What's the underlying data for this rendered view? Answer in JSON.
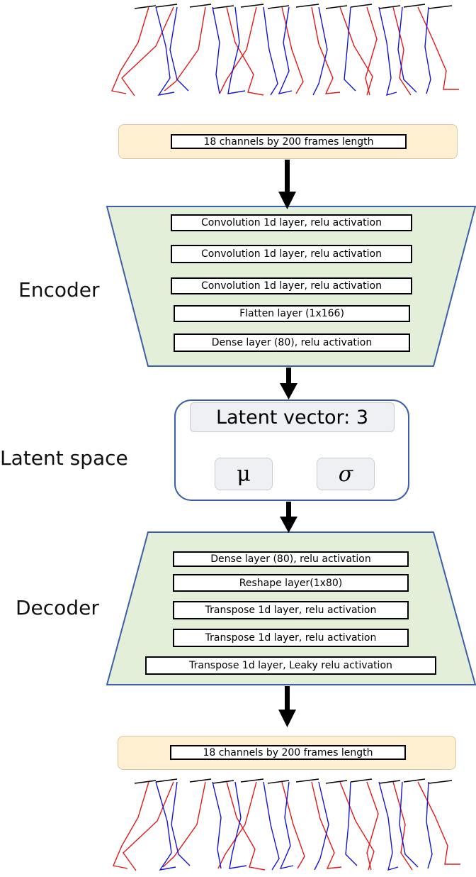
{
  "input": {
    "text": "18 channels by 200 frames length"
  },
  "encoder": {
    "label": "Encoder",
    "layers": [
      "Convolution 1d layer, relu activation",
      "Convolution 1d layer, relu activation",
      "Convolution 1d layer, relu activation",
      "Flatten layer (1x166)",
      "Dense layer (80), relu activation"
    ]
  },
  "latent": {
    "label": "Latent space",
    "title": "Latent vector: 3",
    "mu": "μ",
    "sigma": "σ"
  },
  "decoder": {
    "label": "Decoder",
    "layers": [
      "Dense layer (80), relu activation",
      "Reshape layer(1x80)",
      "Transpose 1d layer, relu activation",
      "Transpose 1d layer, relu activation",
      "Transpose 1d layer, Leaky relu activation"
    ]
  },
  "output": {
    "text": "18 channels by 200 frames length"
  },
  "colors": {
    "trapezoid_fill": "#e3efd9",
    "trapezoid_stroke": "#3b5fa8",
    "pill_fill": "#fdefd0",
    "skeleton_left": "#e0191b",
    "skeleton_right": "#1414d2"
  }
}
